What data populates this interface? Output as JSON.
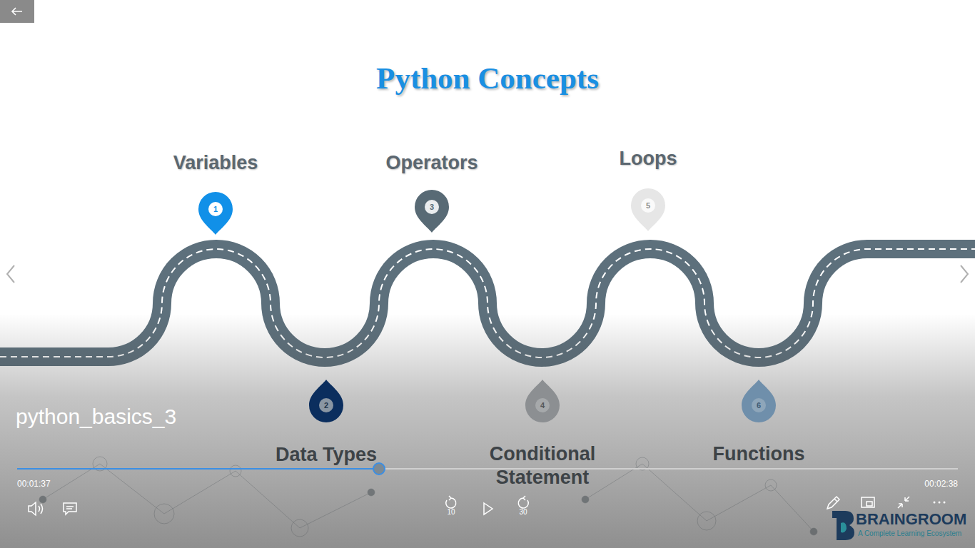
{
  "diagram": {
    "title": "Python Concepts",
    "nodes": [
      {
        "text": [
          "Variables",
          "1"
        ]
      },
      {
        "text": [
          "Data Types",
          "2"
        ]
      },
      {
        "text": [
          "Operators",
          "3"
        ]
      },
      {
        "text": [
          "Conditional Statement",
          "4"
        ]
      },
      {
        "text": [
          "Loops",
          "5"
        ]
      },
      {
        "text": [
          "Functions",
          "6"
        ]
      }
    ],
    "labels": [
      "python_basics_3",
      "00:01:37",
      "00:02:38",
      "10",
      "30",
      "BRAINGROOM",
      "A Complete Learning Ecosystem"
    ]
  }
}
